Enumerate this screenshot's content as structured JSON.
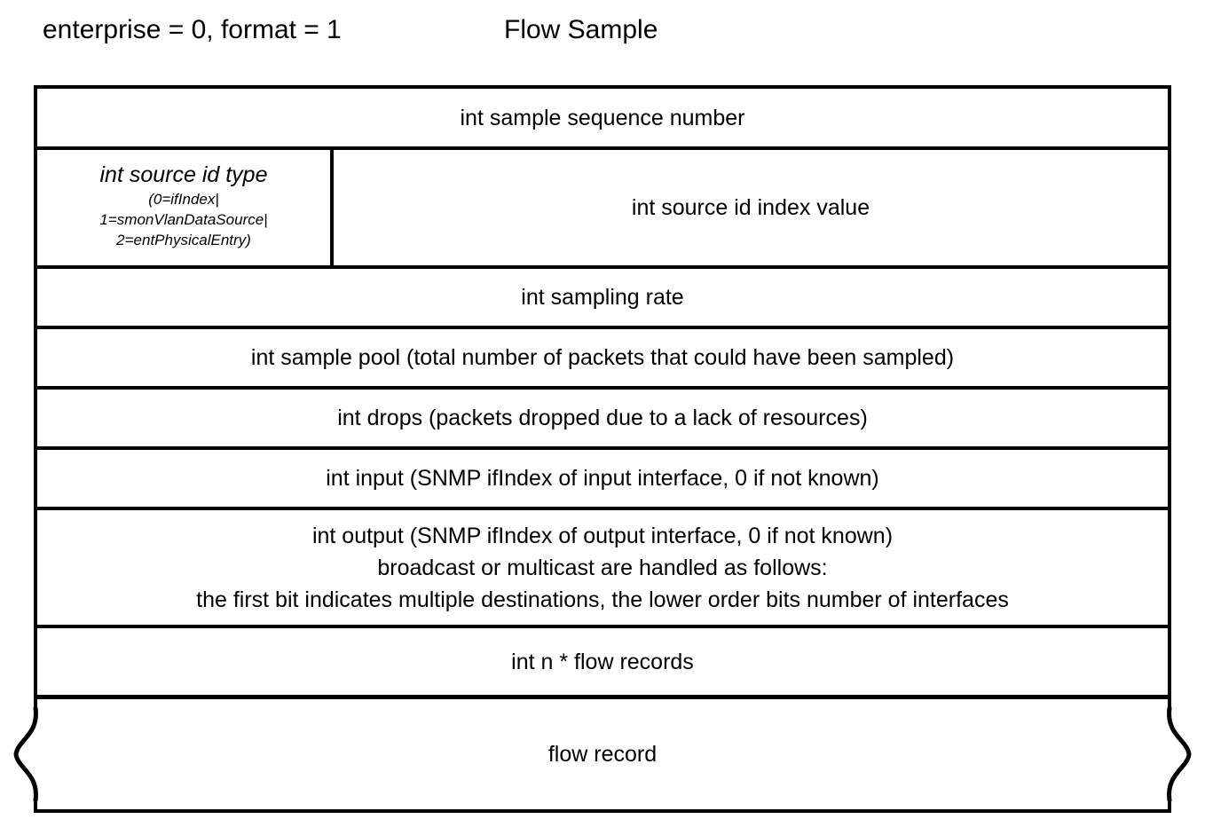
{
  "header": {
    "enterprise_format": "enterprise = 0, format = 1",
    "title": "Flow Sample"
  },
  "diagram": {
    "type": "packet-structure",
    "rows": [
      {
        "id": "sample-sequence-number",
        "text": "int sample sequence number"
      },
      {
        "id": "source-id",
        "split": true,
        "left": {
          "title": "int source id type",
          "sub_lines": [
            "(0=ifIndex|",
            "1=smonVlanDataSource|",
            "2=entPhysicalEntry)"
          ]
        },
        "right": {
          "text": "int source id index value"
        }
      },
      {
        "id": "sampling-rate",
        "text": "int sampling rate"
      },
      {
        "id": "sample-pool",
        "text": "int sample pool (total number of packets that could have been sampled)"
      },
      {
        "id": "drops",
        "text": "int drops (packets dropped due to a lack of resources)"
      },
      {
        "id": "input",
        "text": "int input (SNMP ifIndex of input interface, 0 if not known)"
      },
      {
        "id": "output",
        "lines": [
          "int output (SNMP ifIndex of output interface, 0 if not known)",
          "broadcast or multicast are handled as follows:",
          "the first bit indicates multiple destinations, the lower order bits number of interfaces"
        ]
      },
      {
        "id": "flow-records-count",
        "text": "int n * flow records"
      }
    ],
    "expandable_block": {
      "id": "flow-record",
      "text": "flow record",
      "left_brace": "curly-brace-left",
      "right_brace": "curly-brace-right"
    },
    "colors": {
      "line": "#000000",
      "background": "#ffffff",
      "text": "#000000"
    }
  }
}
